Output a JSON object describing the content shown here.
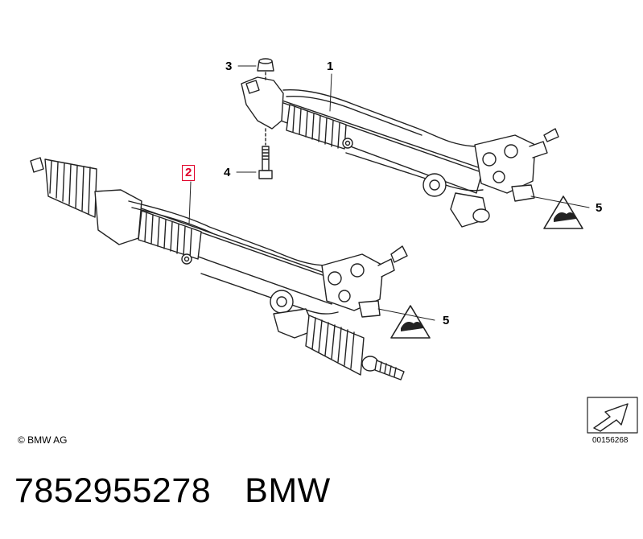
{
  "callouts": {
    "c1": "1",
    "c2": "2",
    "c3": "3",
    "c4": "4",
    "c5_upper": "5",
    "c5_lower": "5"
  },
  "copyright": "© BMW AG",
  "reference_code": "00156268",
  "footer": {
    "part_number": "7852955278",
    "brand": "BMW"
  },
  "highlight_color": "#e0002a"
}
